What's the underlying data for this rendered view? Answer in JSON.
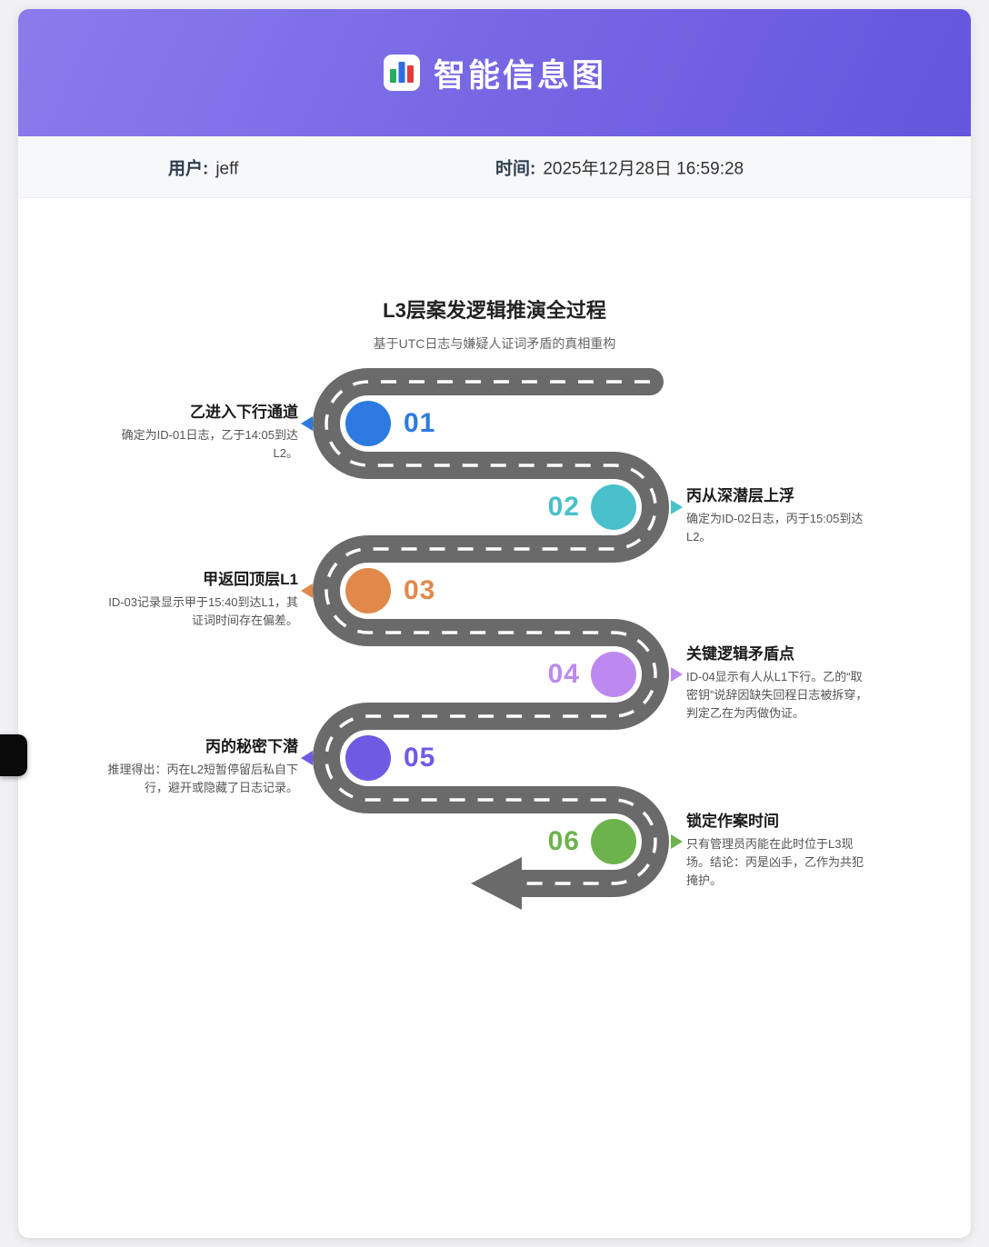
{
  "header": {
    "title": "智能信息图",
    "icon": "bar-chart-icon",
    "icon_colors": [
      "#27ae60",
      "#2d6cdf",
      "#e23d3d"
    ]
  },
  "meta": {
    "user_label": "用户:",
    "user_value": "jeff",
    "time_label": "时间:",
    "time_value": "2025年12月28日 16:59:28"
  },
  "infographic": {
    "title": "L3层案发逻辑推演全过程",
    "subtitle": "基于UTC日志与嫌疑人证词矛盾的真相重构",
    "road_color": "#6a6a6a",
    "dash_color": "#ffffff",
    "steps": [
      {
        "number": "01",
        "side": "left",
        "color": "#2d7be0",
        "title": "乙进入下行通道",
        "desc": "确定为ID-01日志，乙于14:05到达L2。"
      },
      {
        "number": "02",
        "side": "right",
        "color": "#49c0ca",
        "title": "丙从深潜层上浮",
        "desc": "确定为ID-02日志，丙于15:05到达L2。"
      },
      {
        "number": "03",
        "side": "left",
        "color": "#e0894a",
        "title": "甲返回顶层L1",
        "desc": "ID-03记录显示甲于15:40到达L1，其证词时间存在偏差。"
      },
      {
        "number": "04",
        "side": "right",
        "color": "#bd89ee",
        "title": "关键逻辑矛盾点",
        "desc": "ID-04显示有人从L1下行。乙的“取密钥”说辞因缺失回程日志被拆穿，判定乙在为丙做伪证。"
      },
      {
        "number": "05",
        "side": "left",
        "color": "#6e5be4",
        "title": "丙的秘密下潜",
        "desc": "推理得出：丙在L2短暂停留后私自下行，避开或隐藏了日志记录。"
      },
      {
        "number": "06",
        "side": "right",
        "color": "#6db34d",
        "title": "锁定作案时间",
        "desc": "只有管理员丙能在此时位于L3现场。结论：丙是凶手，乙作为共犯掩护。"
      }
    ]
  }
}
